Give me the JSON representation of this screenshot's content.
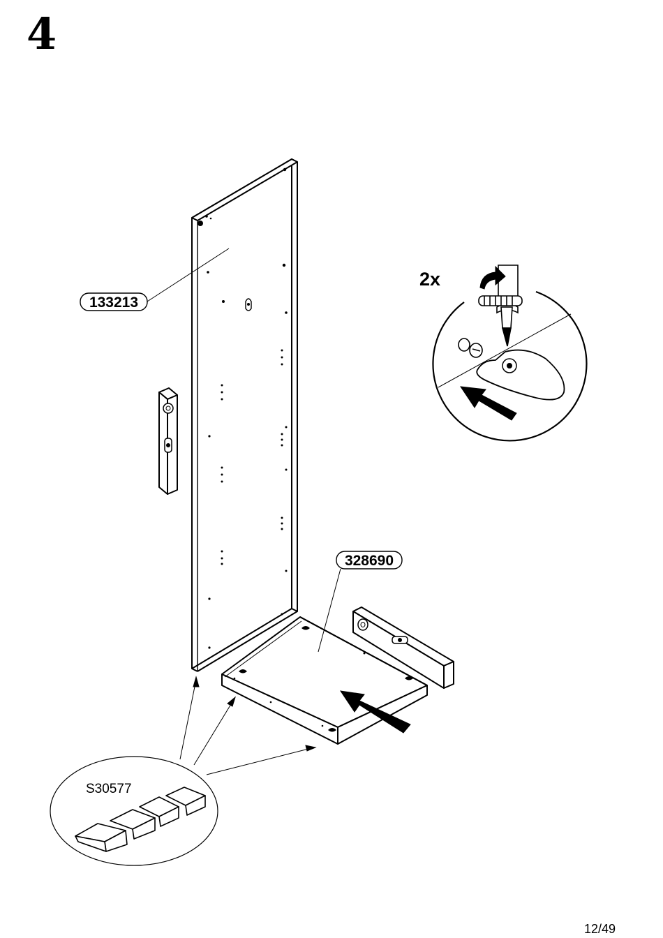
{
  "step": {
    "number": "4"
  },
  "parts": {
    "side_panel": "133213",
    "bottom_shelf": "328690",
    "glides_bag": "S30577"
  },
  "detail": {
    "quantity": "2x"
  },
  "footer": {
    "page": "12/49"
  }
}
